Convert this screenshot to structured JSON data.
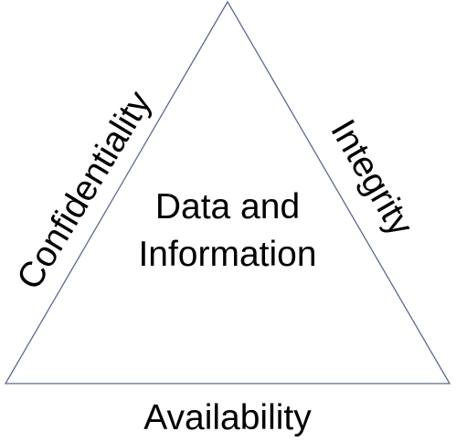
{
  "diagram": {
    "center_line_1": "Data and",
    "center_line_2": "Information",
    "side_left": "Confidentiality",
    "side_right": "Integrity",
    "side_bottom": "Availability"
  },
  "colors": {
    "triangle_stroke": "#5b6b8c",
    "text": "#000000",
    "background": "#ffffff"
  }
}
